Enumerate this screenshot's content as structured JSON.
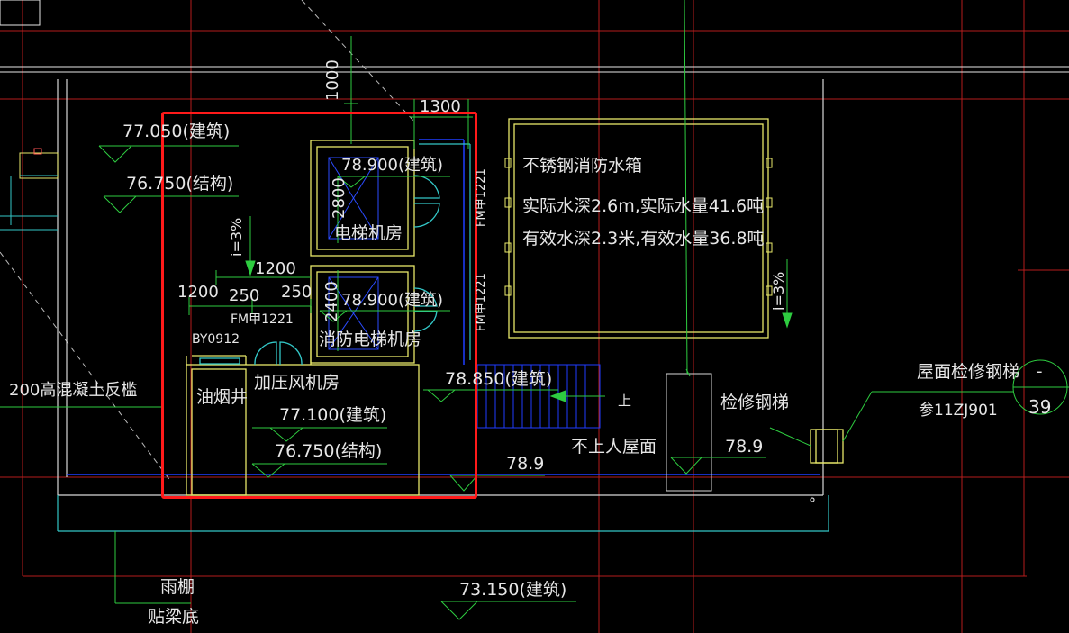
{
  "drawing": {
    "colors": {
      "background": "#000000",
      "grid": "#b51d1d",
      "wall": "#e8e86a",
      "cyan": "#33c7c7",
      "green": "#2ecc40",
      "blue": "#1f3dff",
      "text": "#e6e6e6",
      "selection": "#ff1a1a"
    },
    "elev_left_top": "77.050(建筑)",
    "elev_left_struct": "76.750(结构)",
    "slope_left": "i=3%",
    "slope_right": "i=3%",
    "dim_1000": "1000",
    "dim_1300": "1300",
    "dim_2800": "2800",
    "dim_2400": "2400",
    "dim_1200_top": "1200",
    "dim_1200_left": "1200",
    "dim_250_a": "250",
    "dim_250_b": "250",
    "elev_elevator_room": "78.900(建筑)",
    "elevator_room": "电梯机房",
    "elev_fire_elevator_room": "78.900(建筑)",
    "fire_elevator_room": "消防电梯机房",
    "door_fm": "FM甲1221",
    "door_fm_right_1": "FM甲1221",
    "door_fm_right_2": "FM甲1221",
    "door_by": "BY0912",
    "smoke_shaft": "油烟井",
    "pressurized_fan_room": "加压风机房",
    "elev_fan_room_arch": "77.100(建筑)",
    "elev_fan_room_struct": "76.750(结构)",
    "curb_note": "200高混凝土反槛",
    "tank_title": "不锈钢消防水箱",
    "tank_line1": "实际水深2.6m,实际水量41.6吨",
    "tank_line2": "有效水深2.3米,有效水量36.8吨",
    "elev_stair": "78.850(建筑)",
    "stair_up": "上",
    "no_access_roof": "不上人屋面",
    "elev_roof_a": "78.9",
    "elev_roof_b": "78.9",
    "maint_ladder": "检修钢梯",
    "roof_ladder": "屋面检修钢梯",
    "ref_atlas": "参11ZJ901",
    "ref_dash": "-",
    "ref_num": "39",
    "canopy": "雨棚",
    "beam_bottom": "贴梁底",
    "elev_bottom": "73.150(建筑)"
  }
}
